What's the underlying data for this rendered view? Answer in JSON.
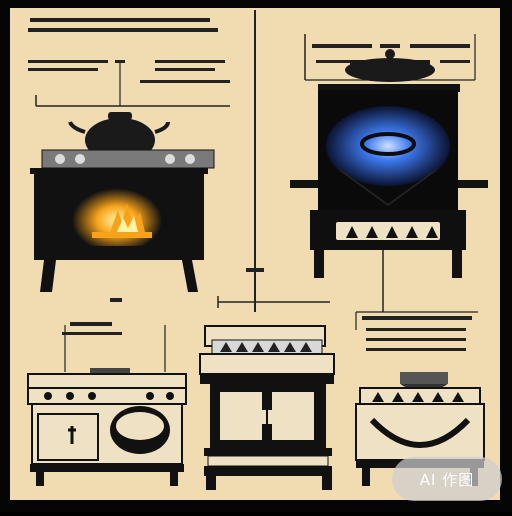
{
  "image": {
    "description_kind": "illustration",
    "subject": "stoves",
    "colors": {
      "frame": "#050505",
      "paper": "#f1dcb2",
      "stove_dark": "#1a1a1a",
      "cream_body": "#efe2c4",
      "flame_orange": "#f7a21b",
      "flame_blue": "#3e7bf2"
    }
  },
  "scribbles_note": "",
  "watermark": {
    "text": "AI 作图"
  }
}
